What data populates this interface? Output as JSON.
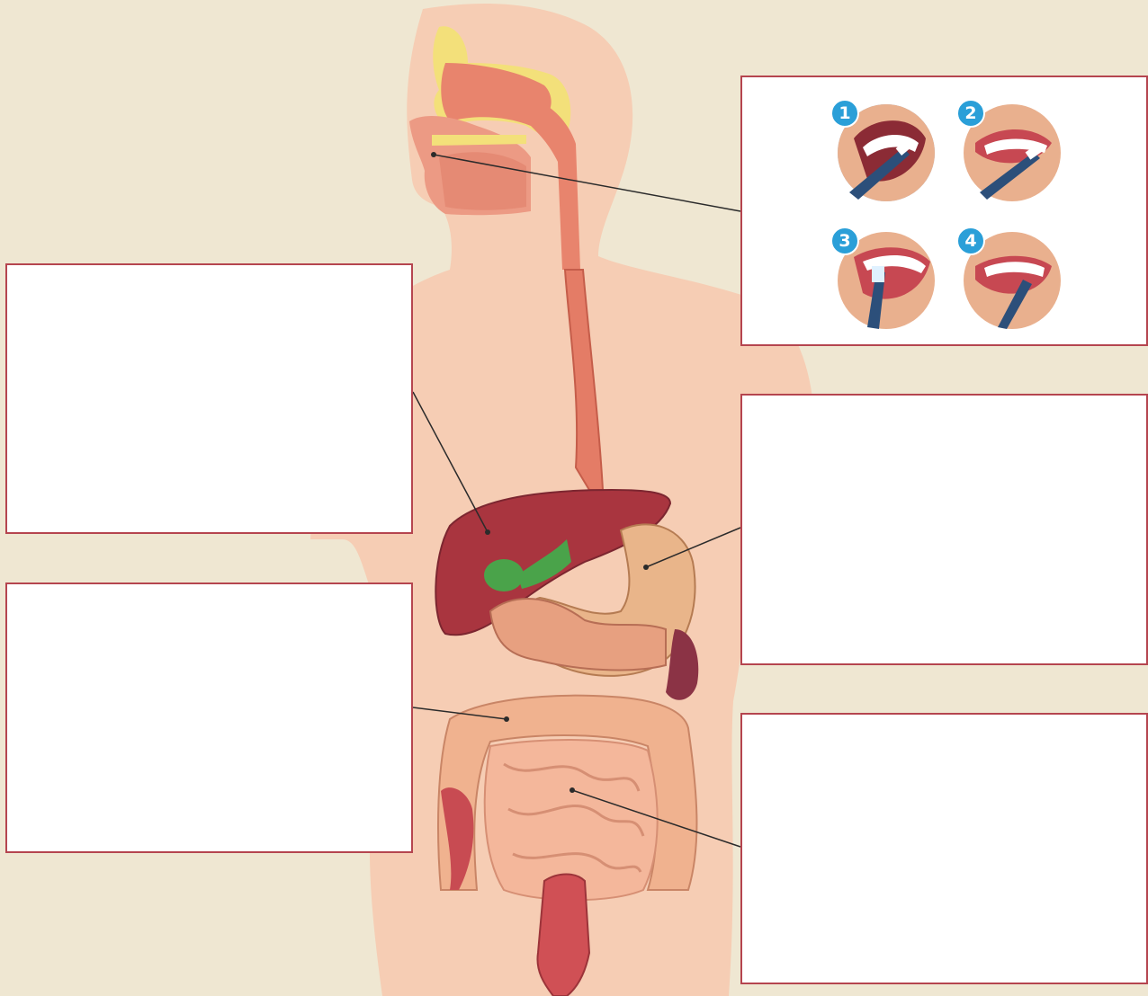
{
  "colors": {
    "background": "#efe7d2",
    "skin": "#f6cdb4",
    "box_border": "#b5454f",
    "leader_line": "#2b2b2b",
    "step_badge": "#2a9fd8"
  },
  "brushing_steps": [
    {
      "number": "1"
    },
    {
      "number": "2"
    },
    {
      "number": "3"
    },
    {
      "number": "4"
    }
  ],
  "label_boxes": [
    {
      "target": "mouth",
      "text": ""
    },
    {
      "target": "liver",
      "text": ""
    },
    {
      "target": "stomach",
      "text": ""
    },
    {
      "target": "large-intestine",
      "text": ""
    },
    {
      "target": "small-intestine",
      "text": ""
    }
  ]
}
